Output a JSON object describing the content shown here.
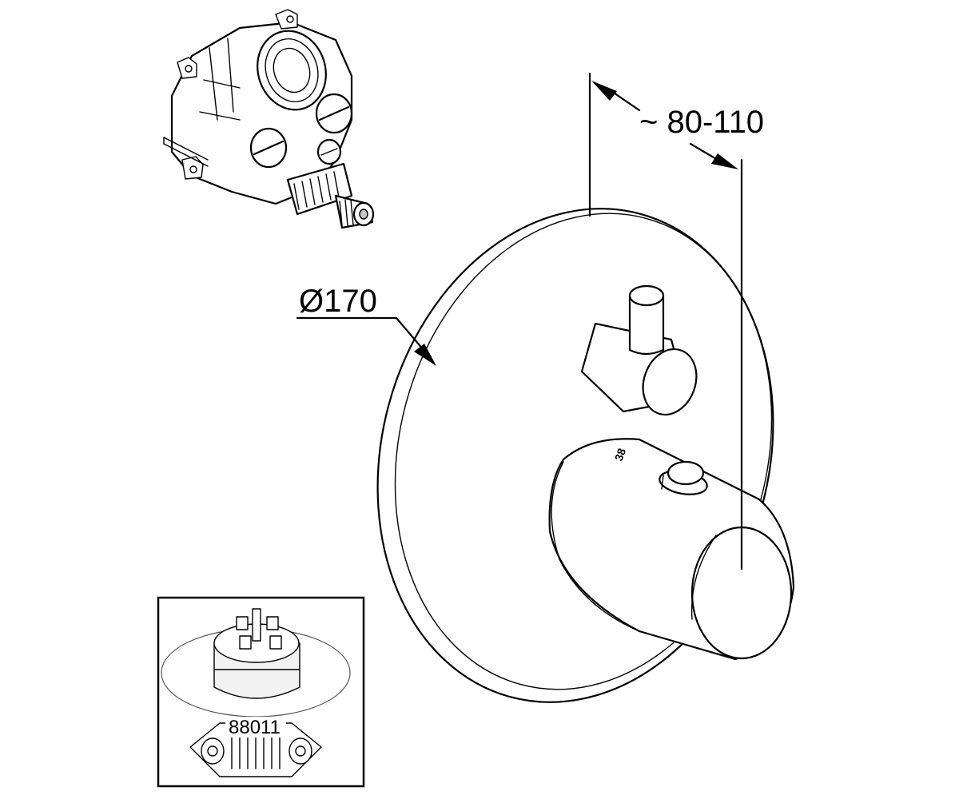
{
  "dimensions": {
    "depth_label": "~ 80-110",
    "diameter_label": "Ø170"
  },
  "inset": {
    "part_number": "88011"
  },
  "knob": {
    "scale_marking": "38"
  },
  "colors": {
    "line": "#000000",
    "background": "#ffffff"
  }
}
